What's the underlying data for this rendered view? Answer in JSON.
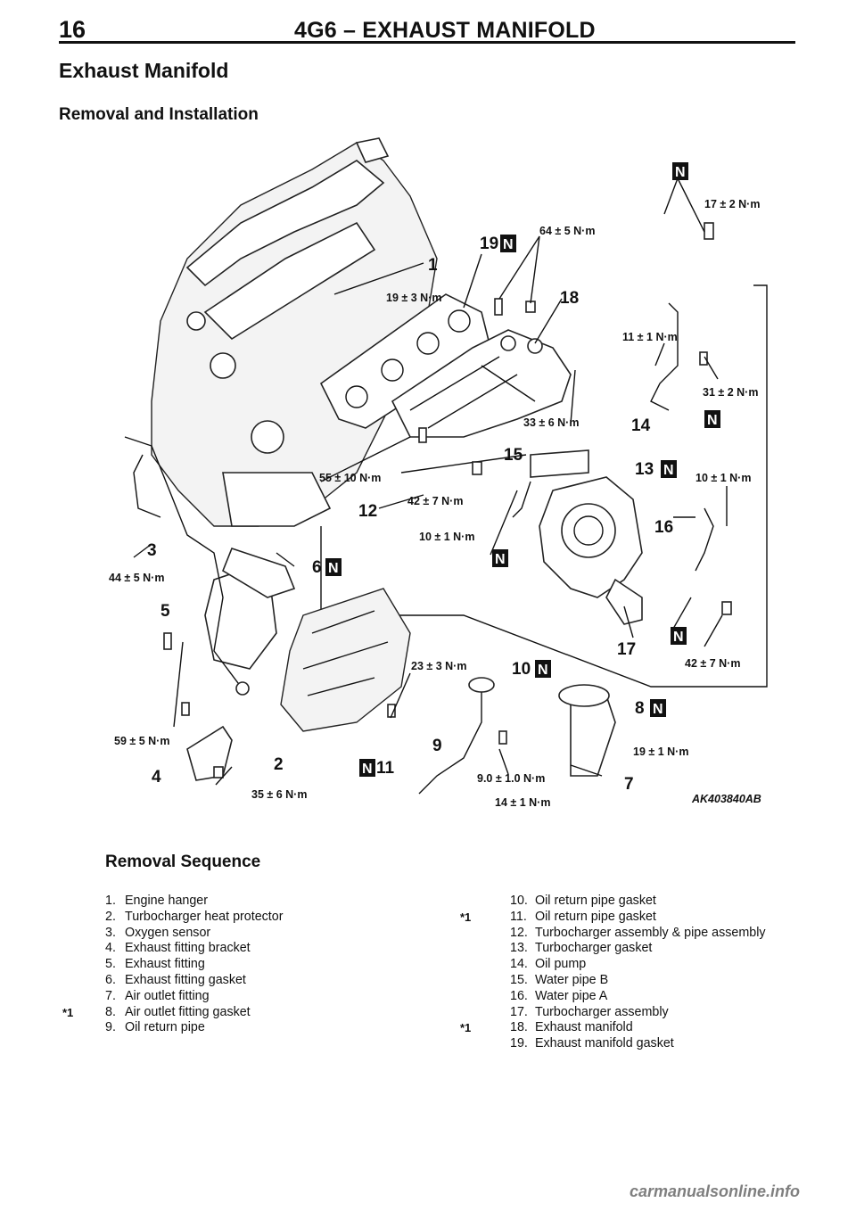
{
  "header": {
    "page_number": "16",
    "title": "4G6 – EXHAUST MANIFOLD"
  },
  "section_title": "Exhaust Manifold",
  "subsection_title": "Removal and Installation",
  "diagram": {
    "figure_code": "AK403840AB",
    "new_part_badge": "N",
    "callouts": [
      "1",
      "2",
      "3",
      "4",
      "5",
      "6",
      "7",
      "8",
      "9",
      "10",
      "11",
      "12",
      "13",
      "14",
      "15",
      "16",
      "17",
      "18",
      "19"
    ],
    "torques": [
      "17 ± 2 N·m",
      "64 ± 5 N·m",
      "19 ± 3 N·m",
      "11 ± 1 N·m",
      "31 ± 2 N·m",
      "33 ± 6 N·m",
      "55 ± 10 N·m",
      "42 ± 7 N·m",
      "10 ± 1 N·m",
      "10 ± 1 N·m",
      "44 ± 5 N·m",
      "23 ± 3 N·m",
      "42 ± 7 N·m",
      "59 ± 5 N·m",
      "19 ± 1 N·m",
      "35 ± 6 N·m",
      "9.0 ± 1.0 N·m",
      "14 ± 1 N·m"
    ]
  },
  "removal_sequence": {
    "title": "Removal Sequence",
    "reassembly_mark": "*1",
    "items": [
      {
        "num": "1.",
        "text": "Engine hanger",
        "mark": ""
      },
      {
        "num": "2.",
        "text": "Turbocharger heat protector",
        "mark": ""
      },
      {
        "num": "3.",
        "text": "Oxygen sensor",
        "mark": ""
      },
      {
        "num": "4.",
        "text": "Exhaust fitting bracket",
        "mark": ""
      },
      {
        "num": "5.",
        "text": "Exhaust fitting",
        "mark": ""
      },
      {
        "num": "6.",
        "text": "Exhaust fitting gasket",
        "mark": ""
      },
      {
        "num": "7.",
        "text": "Air outlet fitting",
        "mark": ""
      },
      {
        "num": "8.",
        "text": "Air outlet fitting gasket",
        "mark": "*1"
      },
      {
        "num": "9.",
        "text": "Oil return pipe",
        "mark": ""
      },
      {
        "num": "10.",
        "text": "Oil return pipe gasket",
        "mark": ""
      },
      {
        "num": "11.",
        "text": "Oil return pipe gasket",
        "mark": "*1"
      },
      {
        "num": "12.",
        "text": "Turbocharger assembly & pipe assembly",
        "mark": ""
      },
      {
        "num": "13.",
        "text": "Turbocharger gasket",
        "mark": ""
      },
      {
        "num": "14.",
        "text": "Oil pump",
        "mark": ""
      },
      {
        "num": "15.",
        "text": "Water pipe B",
        "mark": ""
      },
      {
        "num": "16.",
        "text": "Water pipe A",
        "mark": ""
      },
      {
        "num": "17.",
        "text": "Turbocharger assembly",
        "mark": ""
      },
      {
        "num": "18.",
        "text": "Exhaust manifold",
        "mark": "*1"
      },
      {
        "num": "19.",
        "text": "Exhaust manifold gasket",
        "mark": ""
      }
    ]
  },
  "watermark": "carmanualsonline.info"
}
